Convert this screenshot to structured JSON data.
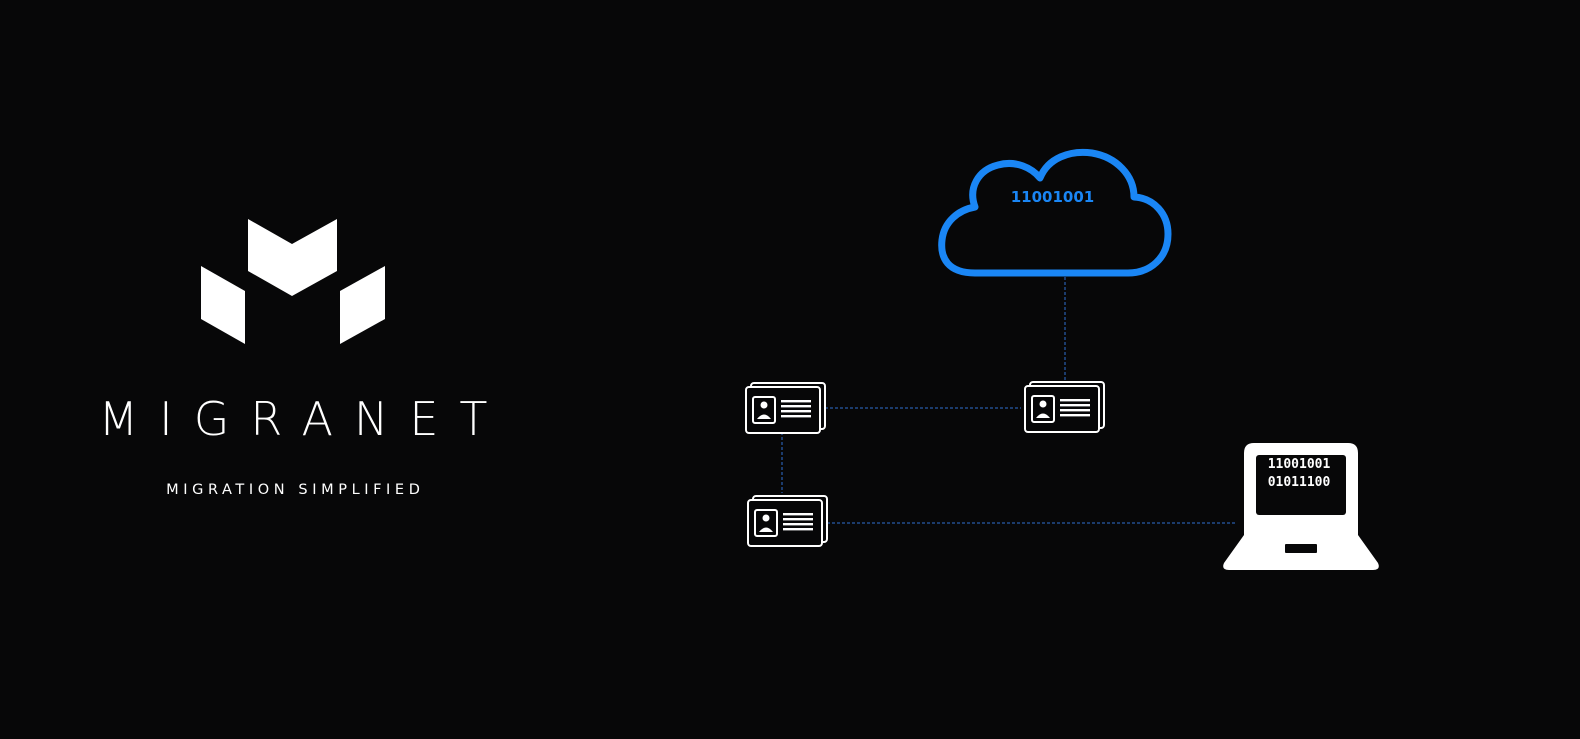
{
  "brand": {
    "name": "MIGRANET",
    "tagline": "MIGRATION SIMPLIFIED"
  },
  "diagram": {
    "cloud": {
      "binary": "11001001",
      "color": "#1a86f5"
    },
    "laptop": {
      "screen_lines": [
        "11001001",
        "01011100"
      ]
    },
    "id_cards": [
      {
        "icon": "id-card-icon"
      },
      {
        "icon": "id-card-icon"
      },
      {
        "icon": "id-card-icon"
      }
    ],
    "connector_color": "#2f6fd0"
  }
}
